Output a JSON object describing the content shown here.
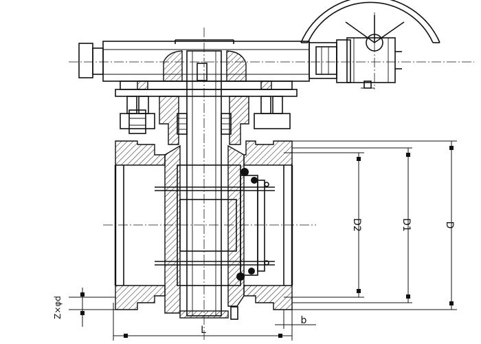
{
  "dimensions": {
    "d2": "D2",
    "d1": "D1",
    "d": "D",
    "l": "L",
    "b": "b",
    "bolts": "Z×φd"
  }
}
